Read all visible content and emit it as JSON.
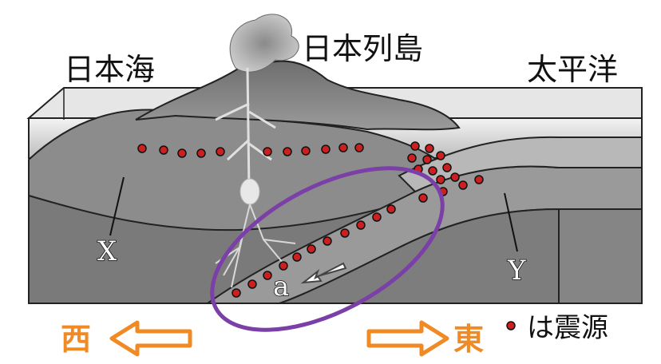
{
  "labels": {
    "sea_of_japan": "日本海",
    "japan_islands": "日本列島",
    "pacific_ocean": "太平洋",
    "plate_x": "X",
    "plate_y": "Y",
    "arrow_a": "a",
    "west": "西",
    "east": "東",
    "epicenter_note": "は震源"
  },
  "colors": {
    "direction_orange": "#f08a24",
    "highlight_ellipse": "#7b3fa8",
    "epicenter_dot": "#cc1f1f"
  }
}
